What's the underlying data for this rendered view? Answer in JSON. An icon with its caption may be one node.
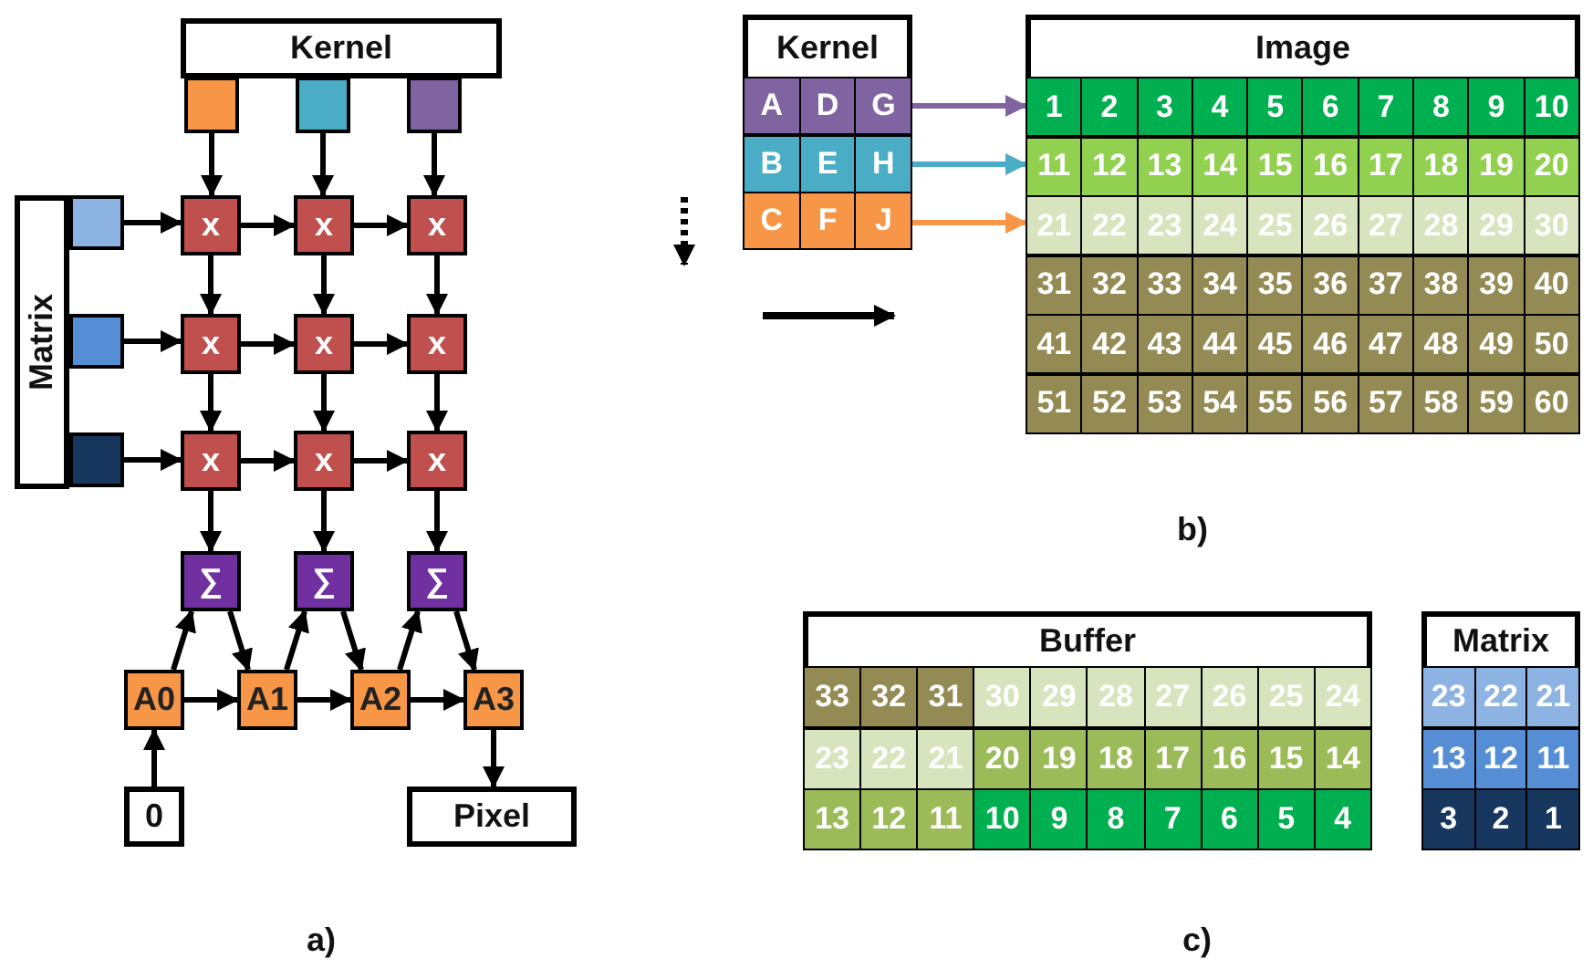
{
  "diagram": {
    "nodes": [
      {
        "text": [
          "Kernel"
        ]
      },
      {
        "text": [],
        "shape": "box"
      },
      {
        "text": [],
        "shape": "box"
      },
      {
        "text": [],
        "shape": "box"
      },
      {
        "text": [
          "Matrix"
        ]
      },
      {
        "text": [],
        "shape": "box"
      },
      {
        "text": [],
        "shape": "box"
      },
      {
        "text": [],
        "shape": "box"
      },
      {
        "text": [
          "x"
        ]
      },
      {
        "text": [
          "x"
        ]
      },
      {
        "text": [
          "x"
        ]
      },
      {
        "text": [
          "x"
        ]
      },
      {
        "text": [
          "x"
        ]
      },
      {
        "text": [
          "x"
        ]
      },
      {
        "text": [
          "x"
        ]
      },
      {
        "text": [
          "x"
        ]
      },
      {
        "text": [
          "x"
        ]
      },
      {
        "text": [
          "∑"
        ]
      },
      {
        "text": [
          "∑"
        ]
      },
      {
        "text": [
          "∑"
        ]
      },
      {
        "text": [
          "A0"
        ]
      },
      {
        "text": [
          "A1"
        ]
      },
      {
        "text": [
          "A2"
        ]
      },
      {
        "text": [
          "A3"
        ]
      },
      {
        "text": [
          "0"
        ]
      },
      {
        "text": [
          "Pixel"
        ]
      },
      {
        "text": [
          "Kernel"
        ]
      },
      {
        "text": [
          "A",
          "D",
          "G"
        ],
        "in": 26
      },
      {
        "text": [
          "B",
          "E",
          "H"
        ],
        "in": 26
      },
      {
        "text": [
          "C",
          "F",
          "J"
        ],
        "in": 26
      },
      {
        "text": [
          "Image"
        ]
      },
      {
        "text": [
          "1",
          "2",
          "3",
          "4",
          "5",
          "6",
          "7",
          "8",
          "9",
          "10"
        ],
        "in": 30
      },
      {
        "text": [
          "11",
          "12",
          "13",
          "14",
          "15",
          "16",
          "17",
          "18",
          "19",
          "20"
        ],
        "in": 30
      },
      {
        "text": [
          "21",
          "22",
          "23",
          "24",
          "25",
          "26",
          "27",
          "28",
          "29",
          "30"
        ],
        "in": 30
      },
      {
        "text": [
          "31",
          "32",
          "33",
          "34",
          "35",
          "36",
          "37",
          "38",
          "39",
          "40"
        ],
        "in": 30
      },
      {
        "text": [
          "41",
          "42",
          "43",
          "44",
          "45",
          "46",
          "47",
          "48",
          "49",
          "50"
        ],
        "in": 30
      },
      {
        "text": [
          "51",
          "52",
          "53",
          "54",
          "55",
          "56",
          "57",
          "58",
          "59",
          "60"
        ],
        "in": 30
      },
      {
        "text": [
          "Buffer"
        ]
      },
      {
        "text": [
          "33",
          "32",
          "31",
          "30",
          "29",
          "28",
          "27",
          "26",
          "25",
          "24"
        ],
        "in": 37
      },
      {
        "text": [
          "23",
          "22",
          "21",
          "20",
          "19",
          "18",
          "17",
          "16",
          "15",
          "14"
        ],
        "in": 37
      },
      {
        "text": [
          "13",
          "12",
          "11",
          "10",
          "9",
          "8",
          "7",
          "6",
          "5",
          "4"
        ],
        "in": 37
      },
      {
        "text": [
          "Matrix"
        ]
      },
      {
        "text": [
          "23",
          "22",
          "21"
        ],
        "in": 41
      },
      {
        "text": [
          "13",
          "12",
          "11"
        ],
        "in": 41
      },
      {
        "text": [
          "3",
          "2",
          "1"
        ],
        "in": 41
      }
    ],
    "edges": [
      {
        "from": 1,
        "to": 8,
        "arrow": "to"
      },
      {
        "from": 2,
        "to": 9,
        "arrow": "to"
      },
      {
        "from": 3,
        "to": 10,
        "arrow": "to"
      },
      {
        "from": 5,
        "to": 8,
        "arrow": "to"
      },
      {
        "from": 8,
        "to": 9,
        "arrow": "to"
      },
      {
        "from": 9,
        "to": 10,
        "arrow": "to"
      },
      {
        "from": 8,
        "to": 11,
        "arrow": "to"
      },
      {
        "from": 9,
        "to": 12,
        "arrow": "to"
      },
      {
        "from": 10,
        "to": 13,
        "arrow": "to"
      },
      {
        "from": 6,
        "to": 11,
        "arrow": "to"
      },
      {
        "from": 11,
        "to": 12,
        "arrow": "to"
      },
      {
        "from": 12,
        "to": 13,
        "arrow": "to"
      },
      {
        "from": 11,
        "to": 14,
        "arrow": "to"
      },
      {
        "from": 12,
        "to": 15,
        "arrow": "to"
      },
      {
        "from": 13,
        "to": 16,
        "arrow": "to"
      },
      {
        "from": 7,
        "to": 14,
        "arrow": "to"
      },
      {
        "from": 14,
        "to": 15,
        "arrow": "to"
      },
      {
        "from": 15,
        "to": 16,
        "arrow": "to"
      },
      {
        "from": 14,
        "to": 17,
        "arrow": "to"
      },
      {
        "from": 15,
        "to": 18,
        "arrow": "to"
      },
      {
        "from": 16,
        "to": 19,
        "arrow": "to"
      },
      {
        "from": 20,
        "to": 17,
        "arrow": "to"
      },
      {
        "from": 17,
        "to": 21,
        "arrow": "to"
      },
      {
        "from": 21,
        "to": 18,
        "arrow": "to"
      },
      {
        "from": 18,
        "to": 22,
        "arrow": "to"
      },
      {
        "from": 22,
        "to": 19,
        "arrow": "to"
      },
      {
        "from": 19,
        "to": 23,
        "arrow": "to"
      },
      {
        "from": 20,
        "to": 21,
        "arrow": "to"
      },
      {
        "from": 21,
        "to": 22,
        "arrow": "to"
      },
      {
        "from": 22,
        "to": 23,
        "arrow": "to"
      },
      {
        "from": 24,
        "to": 20,
        "arrow": "to"
      },
      {
        "from": 23,
        "to": 25,
        "arrow": "to"
      },
      {
        "from": 27,
        "to": 31,
        "arrow": "to",
        "color": "#8064a2"
      },
      {
        "from": 28,
        "to": 32,
        "arrow": "to",
        "color": "#4bacc6"
      },
      {
        "from": 29,
        "to": 33,
        "arrow": "to",
        "color": "#f79646"
      }
    ],
    "labels": [
      "a)",
      "b)",
      "c)"
    ]
  }
}
